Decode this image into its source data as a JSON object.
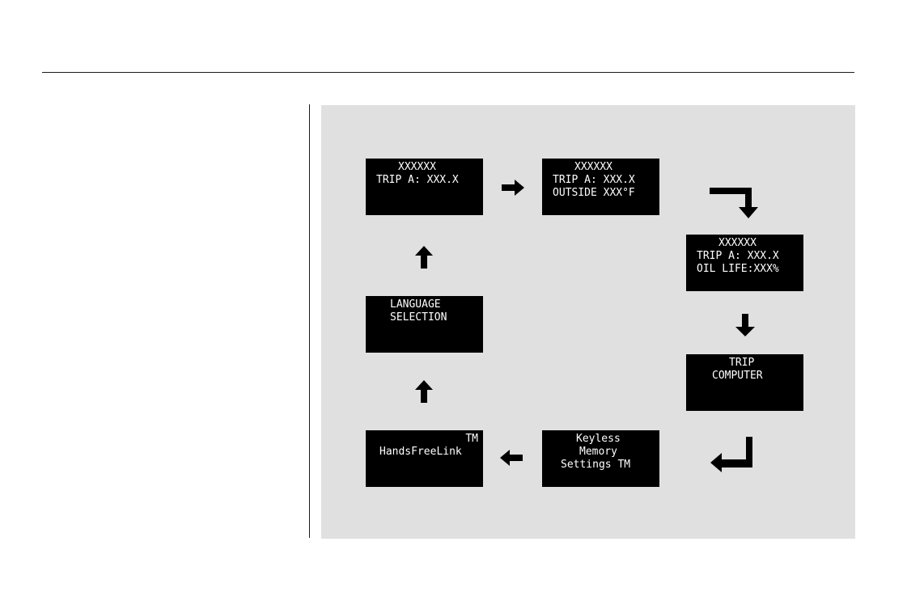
{
  "screens": {
    "trip_a": {
      "title": "XXXXXX",
      "line1": "TRIP A: XXX.X"
    },
    "trip_outside": {
      "title": "XXXXXX",
      "line1": "TRIP A: XXX.X",
      "line2": "OUTSIDE XXX°F"
    },
    "trip_oil": {
      "title": "XXXXXX",
      "line1": "TRIP A: XXX.X",
      "line2": "OIL LIFE:XXX%"
    },
    "trip_computer": {
      "line1": "TRIP",
      "line2": "COMPUTER"
    },
    "keyless": {
      "line1": "Keyless",
      "line2": "Memory",
      "line3": "Settings TM"
    },
    "handsfree": {
      "tm": "TM",
      "line1": "HandsFreeLink"
    },
    "language": {
      "line1": "LANGUAGE",
      "line2": "SELECTION"
    }
  },
  "arrows": [
    {
      "name": "arrow-right-icon"
    },
    {
      "name": "arrow-corner-down-icon"
    },
    {
      "name": "arrow-down-icon"
    },
    {
      "name": "arrow-return-left-icon"
    },
    {
      "name": "arrow-left-icon"
    },
    {
      "name": "arrow-up-icon"
    },
    {
      "name": "arrow-up-icon"
    }
  ],
  "colors": {
    "screen_bg": "#000000",
    "screen_text": "#ffffff",
    "panel_bg": "#e0e0e0"
  }
}
